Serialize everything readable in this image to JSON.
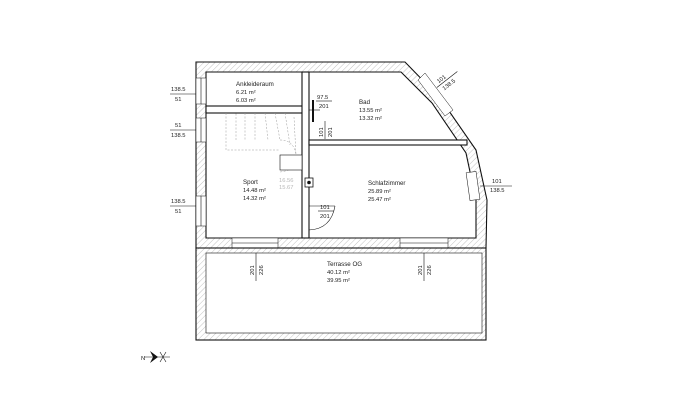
{
  "rooms": {
    "ankleideraum": {
      "name": "Ankleideraum",
      "area1": "6.21 m²",
      "area2": "6.03 m²"
    },
    "bad": {
      "name": "Bad",
      "area1": "13.55 m²",
      "area2": "13.32 m²"
    },
    "sport": {
      "name": "Sport",
      "area1": "14.48 m²",
      "area2": "14.32 m²"
    },
    "schlafzimmer": {
      "name": "Schlafzimmer",
      "area1": "25.89 m²",
      "area2": "25.47 m²"
    },
    "terrasse": {
      "name": "Terrasse OG",
      "area1": "40.12 m²",
      "area2": "39.95 m²"
    }
  },
  "stair": {
    "area1": "16.56",
    "area2": "15.67"
  },
  "dimensions": {
    "left_top": [
      "138.5",
      "51"
    ],
    "left_mid": [
      "51",
      "138.5"
    ],
    "left_bot": [
      "138.5",
      "51"
    ],
    "diag_top": [
      "101",
      "138.5"
    ],
    "right_mid": [
      "101",
      "138.5"
    ],
    "bad_door": [
      "97.5",
      "201"
    ],
    "bad_door_vert": [
      "101",
      "201"
    ],
    "schlaf_door": [
      "101",
      "201"
    ],
    "terr_left": [
      "201",
      "226"
    ],
    "terr_right": [
      "201",
      "226"
    ]
  },
  "north_label": "N"
}
